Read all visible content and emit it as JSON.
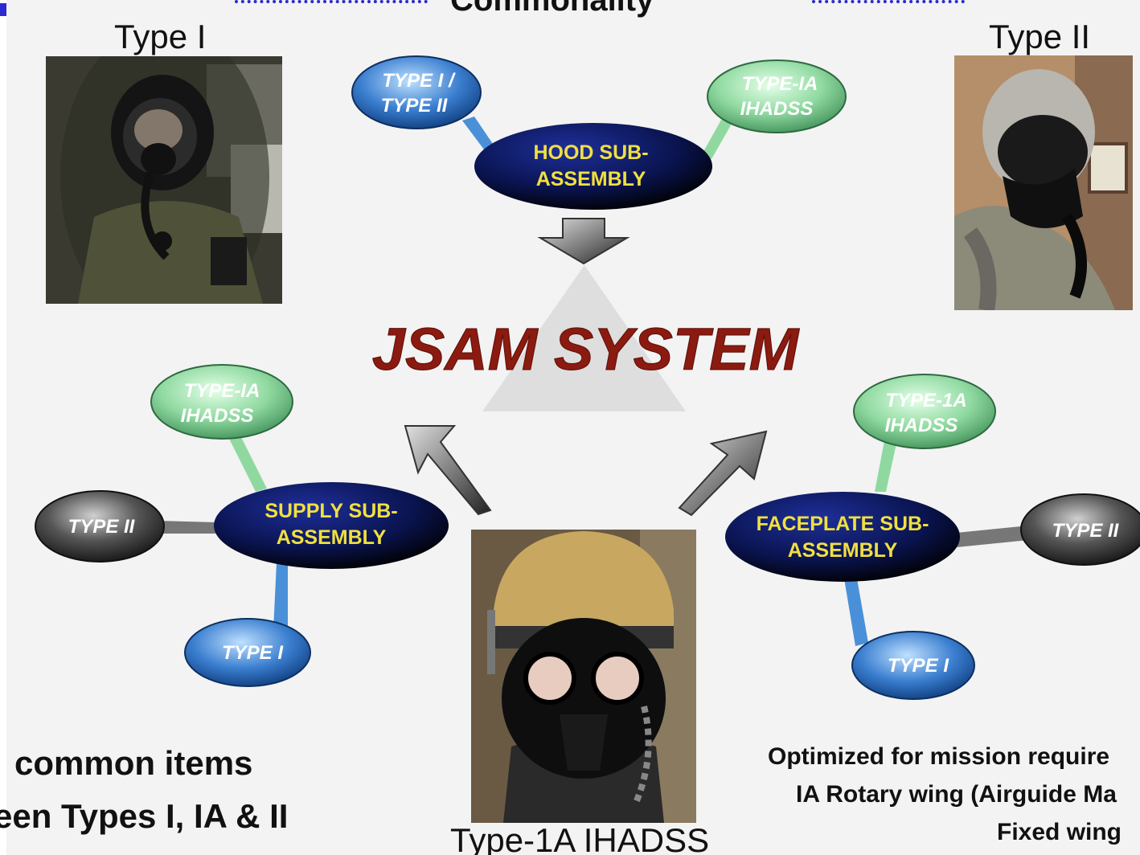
{
  "header": {
    "title": "Commonality",
    "accent_color": "#2b2bd0"
  },
  "photos": {
    "type1": {
      "caption": "Type I"
    },
    "type2": {
      "caption": "Type II"
    },
    "type1a": {
      "caption": "Type-1A IHADSS"
    }
  },
  "diagram": {
    "center_title": "JSAM SYSTEM",
    "center_title_color": "#8b1a10",
    "hood": {
      "line1": "HOOD SUB-",
      "line2": "ASSEMBLY",
      "bubble_blue": [
        "TYPE I /",
        "TYPE II"
      ],
      "bubble_green": [
        "TYPE-IA",
        "IHADSS"
      ]
    },
    "supply": {
      "line1": "SUPPLY SUB-",
      "line2": "ASSEMBLY",
      "bubble_green": [
        "TYPE-IA",
        "IHADSS"
      ],
      "bubble_gray": "TYPE II",
      "bubble_blue": "TYPE I"
    },
    "faceplate": {
      "line1": "FACEPLATE SUB-",
      "line2": "ASSEMBLY",
      "bubble_green": [
        "TYPE-1A",
        "IHADSS"
      ],
      "bubble_gray": "TYPE II",
      "bubble_blue": "TYPE I"
    }
  },
  "notes": {
    "left_line1": "common items",
    "left_line2": "een Types I, IA & II",
    "right_line1": "Optimized for mission require",
    "right_line2": "IA Rotary wing (Airguide Ma",
    "right_line3": "Fixed wing"
  },
  "colors": {
    "sub_fill": "#0a1450",
    "sub_text": "#f0e040",
    "blue_bubble": "#3b7fd0",
    "green_bubble": "#8fd9a0",
    "gray_bubble": "#555555"
  }
}
